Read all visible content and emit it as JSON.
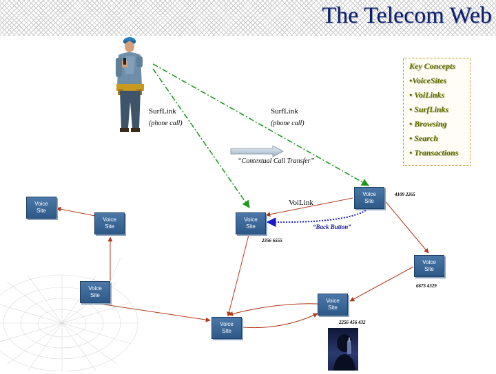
{
  "title": "The Telecom Web",
  "key_concepts": {
    "heading": "Key Concepts",
    "items": [
      "•VoiceSites",
      "•  VoiLinks",
      "•  SurfLinks",
      "•  Browsing",
      "•  Search",
      "•  Transactions"
    ]
  },
  "node_label_line1": "Voice",
  "node_label_line2": "Site",
  "labels": {
    "surflink_left": "SurfLink",
    "surflink_left_sub": "(phone call)",
    "surflink_right": "SurfLink",
    "surflink_right_sub": "(phone call)",
    "contextual": "“Contextual Call Transfer”",
    "voilink": "VoiLink",
    "back_button": "“Back Button”"
  },
  "numbers": {
    "n1": "4109 2265",
    "n2": "2356 6555",
    "n3": "6675 4329",
    "n4": "2256 456 432"
  },
  "colors": {
    "title": "#0b1f6b",
    "node": "#3a6898",
    "red_arrow": "#b03a1a",
    "green_dash": "#1f9a1f",
    "blue_dotted": "#1a1acc",
    "key_text": "#5f6b00"
  }
}
